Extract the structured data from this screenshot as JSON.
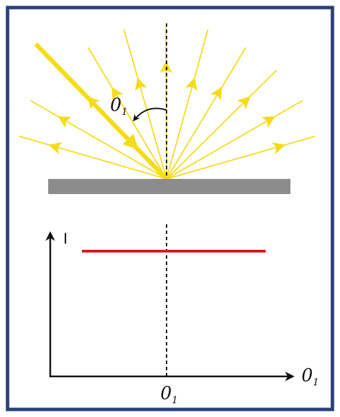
{
  "diagram": {
    "colors": {
      "frame": "#2a3f7a",
      "ray": "#f5dc1a",
      "surface": "#8c8c8c",
      "normal": "#111111",
      "plot_line": "#e1141e",
      "axis": "#111111"
    },
    "incident_label": "0",
    "incident_label_sub": "1",
    "graph": {
      "y_axis_label": "I",
      "x_axis_label": "0",
      "x_axis_label_sub": "1",
      "tick_label": "0",
      "tick_label_sub": "1"
    }
  }
}
